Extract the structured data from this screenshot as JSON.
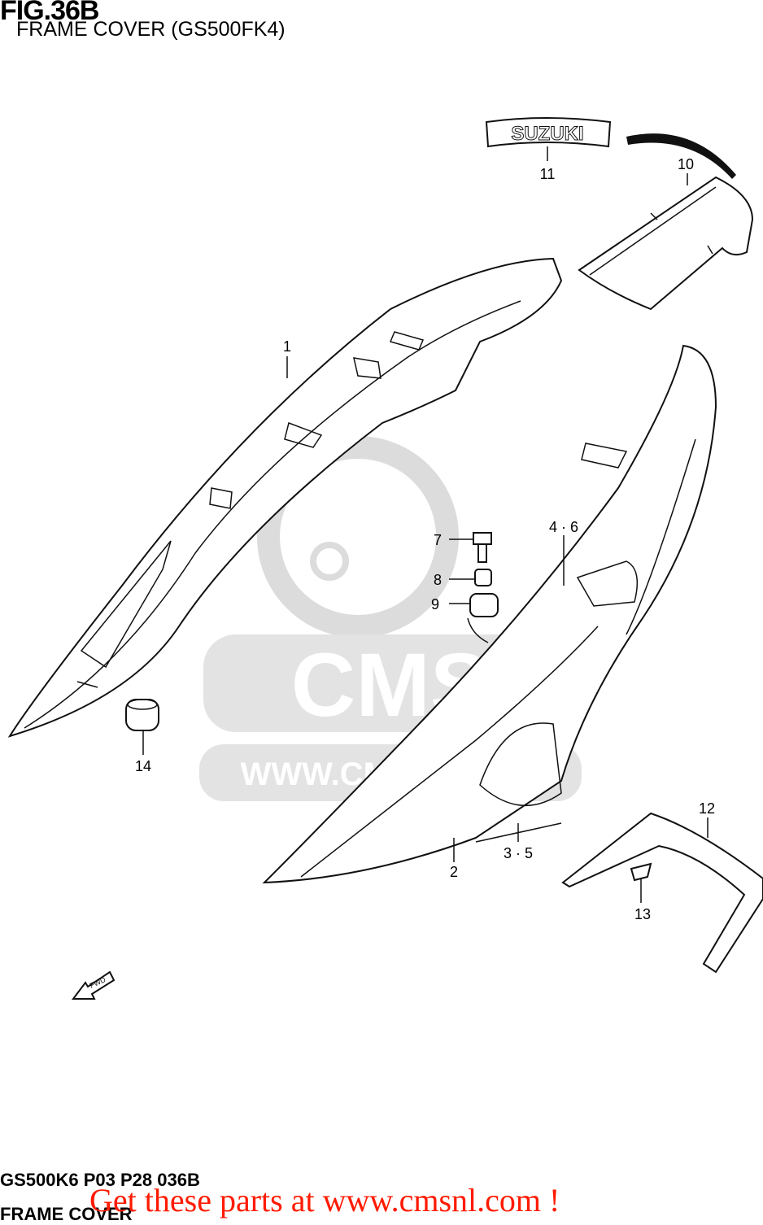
{
  "header": {
    "figure": "FIG.36B",
    "subtitle": "FRAME COVER (GS500FK4)"
  },
  "callouts": [
    "1",
    "2",
    "3 · 5",
    "4 · 6",
    "7",
    "8",
    "9",
    "10",
    "11",
    "12",
    "13",
    "14"
  ],
  "emblem_text": "SUZUKI",
  "watermark": {
    "logo_text": "CMS",
    "url_text": "WWW.CMSNL.COM"
  },
  "fwd_marker": "FWD",
  "footer": {
    "code": "GS500K6 P03 P28 036B",
    "name": "FRAME COVER",
    "promo": "Get these parts at www.cmsnl.com !"
  },
  "colors": {
    "line": "#111111",
    "promo": "#ff1a00",
    "watermark": "#d9d9d9"
  }
}
